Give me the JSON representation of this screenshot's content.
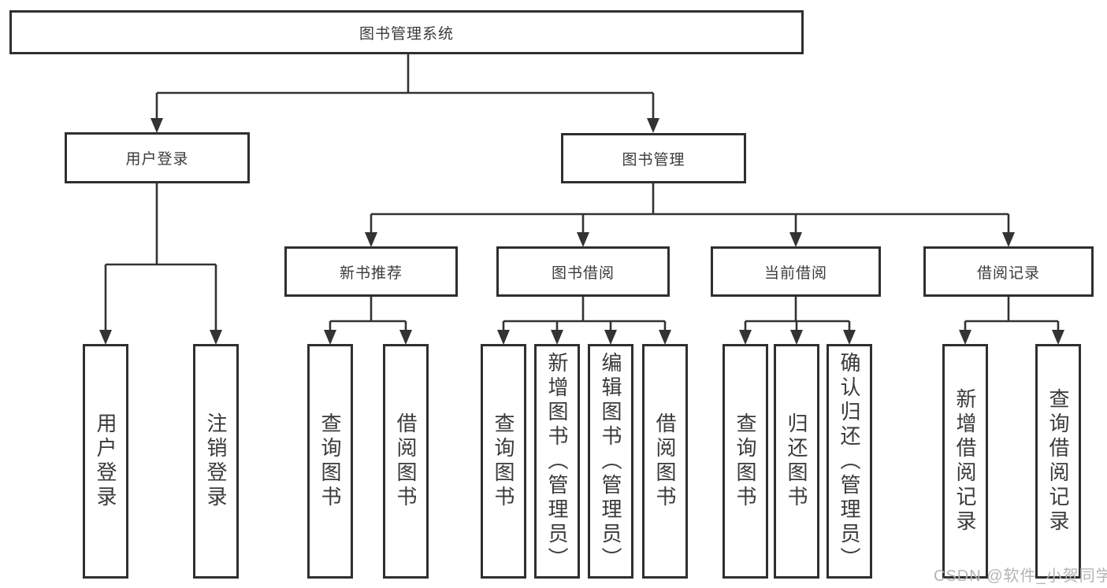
{
  "tree": {
    "label": "图书管理系统",
    "children": [
      {
        "label": "用户登录",
        "children": [
          {
            "label": "用户登录"
          },
          {
            "label": "注销登录"
          }
        ]
      },
      {
        "label": "图书管理",
        "children": [
          {
            "label": "新书推荐",
            "children": [
              {
                "label": "查询图书"
              },
              {
                "label": "借阅图书"
              }
            ]
          },
          {
            "label": "图书借阅",
            "children": [
              {
                "label": "查询图书"
              },
              {
                "label": "新增图书（管理员）"
              },
              {
                "label": "编辑图书（管理员）"
              },
              {
                "label": "借阅图书"
              }
            ]
          },
          {
            "label": "当前借阅",
            "children": [
              {
                "label": "查询图书"
              },
              {
                "label": "归还图书"
              },
              {
                "label": "确认归还（管理员）"
              }
            ]
          },
          {
            "label": "借阅记录",
            "children": [
              {
                "label": "新增借阅记录"
              },
              {
                "label": "查询借阅记录"
              }
            ]
          }
        ]
      }
    ]
  },
  "watermark": "CSDN @软件_小贺同学",
  "colors": {
    "line": "#333333",
    "box_border": "#2f2f2f",
    "text": "#3a3a3a",
    "watermark": "#b4b4ba",
    "background": "#ffffff"
  }
}
